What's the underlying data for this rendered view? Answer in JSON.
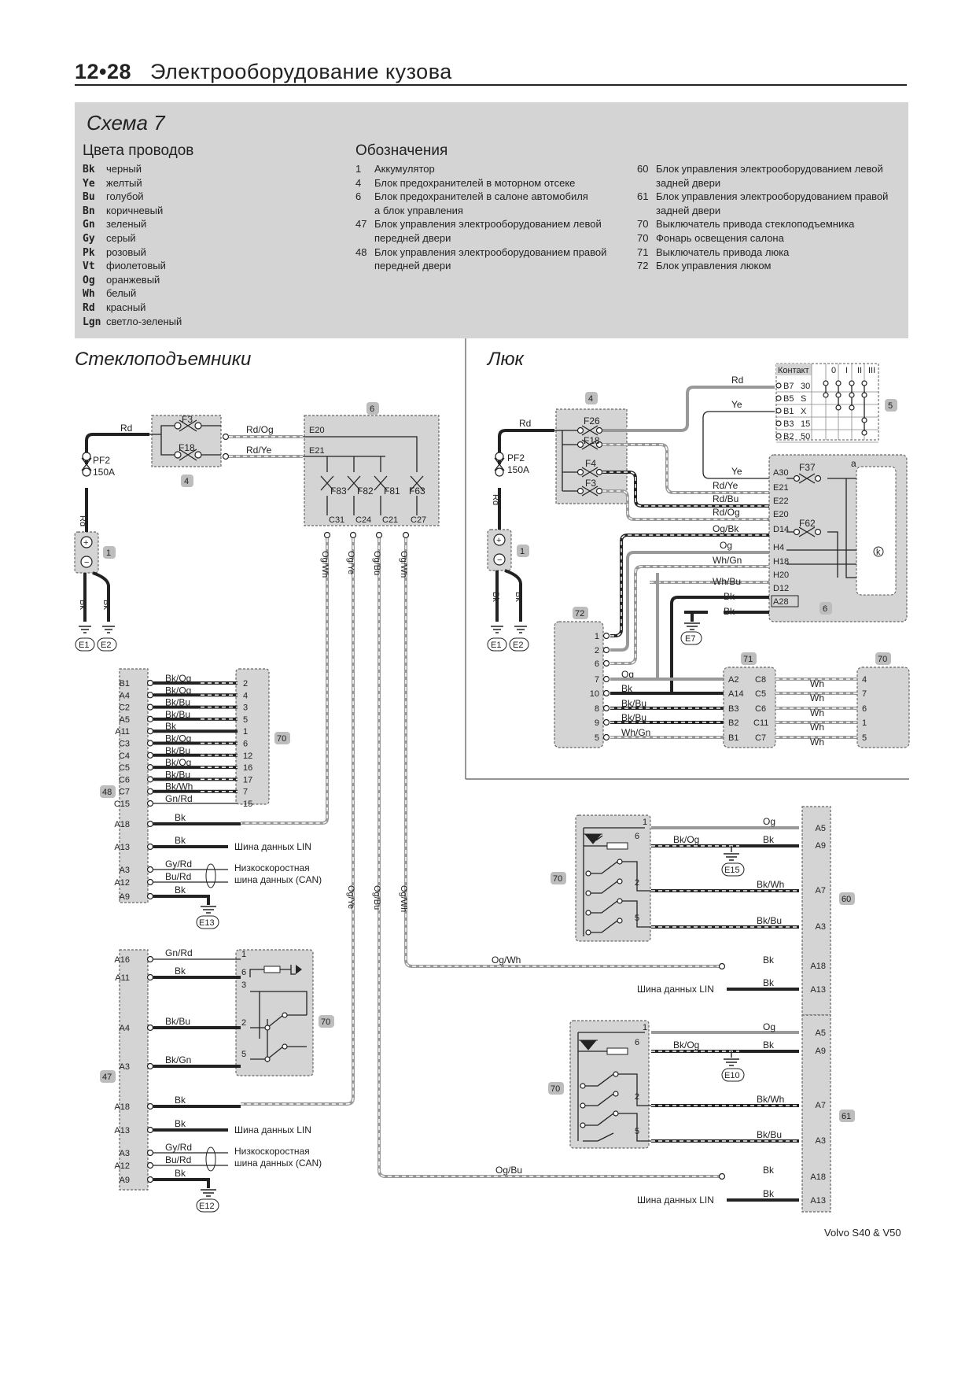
{
  "page": {
    "number": "12•28",
    "title": "Электрооборудование кузова",
    "footer": "Volvo S40 & V50"
  },
  "legend": {
    "title": "Схема 7",
    "colors_heading": "Цвета проводов",
    "colors": [
      {
        "code": "Bk",
        "name": "черный"
      },
      {
        "code": "Ye",
        "name": "желтый"
      },
      {
        "code": "Bu",
        "name": "голубой"
      },
      {
        "code": "Bn",
        "name": "коричневый"
      },
      {
        "code": "Gn",
        "name": "зеленый"
      },
      {
        "code": "Gy",
        "name": "серый"
      },
      {
        "code": "Pk",
        "name": "розовый"
      },
      {
        "code": "Vt",
        "name": "фиолетовый"
      },
      {
        "code": "Og",
        "name": "оранжевый"
      },
      {
        "code": "Wh",
        "name": "белый"
      },
      {
        "code": "Rd",
        "name": "красный"
      },
      {
        "code": "Lgn",
        "name": "светло-зеленый"
      }
    ],
    "designations_heading": "Обозначения",
    "designations_col1": [
      {
        "num": "1",
        "text": "Аккумулятор"
      },
      {
        "num": "4",
        "text": "Блок предохранителей в моторном отсеке"
      },
      {
        "num": "6",
        "text": "Блок предохранителей в салоне автомобиля"
      },
      {
        "num": "",
        "text": "а     блок управления"
      },
      {
        "num": "47",
        "text": "Блок управления электрооборудованием левой"
      },
      {
        "num": "",
        "text": "передней двери"
      },
      {
        "num": "48",
        "text": "Блок управления электрооборудованием правой"
      },
      {
        "num": "",
        "text": "передней двери"
      }
    ],
    "designations_col2": [
      {
        "num": "60",
        "text": "Блок управления электрооборудованием левой"
      },
      {
        "num": "",
        "text": "задней двери"
      },
      {
        "num": "61",
        "text": "Блок управления электрооборудованием правой"
      },
      {
        "num": "",
        "text": "задней двери"
      },
      {
        "num": "70",
        "text": "Выключатель привода стеклоподъемника"
      },
      {
        "num": "70",
        "text": "Фонарь освещения салона"
      },
      {
        "num": "71",
        "text": "Выключатель привода люка"
      },
      {
        "num": "72",
        "text": "Блок управления люком"
      }
    ]
  },
  "sections": {
    "windows": "Стеклоподъемники",
    "sunroof": "Люк"
  },
  "labels": {
    "rd": "Rd",
    "bk": "Bk",
    "pf2": "PF2",
    "pf2_amp": "150A",
    "f3": "F3",
    "f18": "F18",
    "f26": "F26",
    "f4": "F4",
    "f37": "F37",
    "f62": "F62",
    "f83": "F83",
    "f82": "F82",
    "f81": "F81",
    "f63": "F63",
    "rd_og": "Rd/Og",
    "rd_ye": "Rd/Ye",
    "rd_bu": "Rd/Bu",
    "ye": "Ye",
    "e20": "E20",
    "e21": "E21",
    "e22": "E22",
    "c31": "C31",
    "c24": "C24",
    "c21": "C21",
    "c27": "C27",
    "og_wh": "Og/Wh",
    "og_ye": "Og/Ye",
    "og_bu": "Og/Bu",
    "og_bk": "Og/Bk",
    "og": "Og",
    "wh": "Wh",
    "wh_gn": "Wh/Gn",
    "wh_bu": "Wh/Bu",
    "e1": "E1",
    "e2": "E2",
    "e7": "E7",
    "e10": "E10",
    "e12": "E12",
    "e13": "E13",
    "e15": "E15",
    "lin": "Шина данных LIN",
    "can1": "Низкоскоростная",
    "can2": "шина данных (CAN)",
    "k": "k",
    "a": "a",
    "contact": "Контакт",
    "sw_cols": [
      "0",
      "I",
      "II",
      "III"
    ],
    "n1": "1",
    "n4": "4",
    "n5": "5",
    "n6": "6",
    "n47": "47",
    "n48": "48",
    "n60": "60",
    "n61": "61",
    "n70": "70",
    "n71": "71",
    "n72": "72",
    "a30": "A30",
    "d14": "D14",
    "h4": "H4",
    "h18": "H18",
    "h20": "H20",
    "d12": "D12",
    "a28": "A28",
    "a2": "A2",
    "a14": "A14",
    "b3": "B3",
    "b2": "B2",
    "b1": "B1",
    "c8": "C8",
    "c5": "C5",
    "c6": "C6",
    "c11": "C11",
    "c7": "C7",
    "a5": "A5",
    "a9": "A9",
    "a7": "A7",
    "a3": "A3",
    "a18": "A18",
    "a13": "A13",
    "bk_og": "Bk/Og",
    "bk_wh": "Bk/Wh",
    "bk_bu": "Bk/Bu",
    "bk_gn": "Bk/Gn",
    "gn_rd": "Gn/Rd",
    "gy_rd": "Gy/Rd",
    "bu_rd": "Bu/Rd",
    "a16": "A16",
    "a11": "A11",
    "a4": "A4",
    "a12": "A12"
  },
  "sw5_rows": [
    {
      "pin": "B7",
      "t": "30"
    },
    {
      "pin": "B5",
      "t": "S"
    },
    {
      "pin": "B1",
      "t": "X"
    },
    {
      "pin": "B3",
      "t": "15"
    },
    {
      "pin": "B2",
      "t": "50"
    }
  ],
  "conn48": [
    {
      "pin": "B1",
      "wire": "Bk/Og",
      "to": "2"
    },
    {
      "pin": "A4",
      "wire": "Bk/Og",
      "to": "4"
    },
    {
      "pin": "C2",
      "wire": "Bk/Bu",
      "to": "3"
    },
    {
      "pin": "A5",
      "wire": "Bk/Bu",
      "to": "5"
    },
    {
      "pin": "A11",
      "wire": "Bk",
      "to": "1"
    },
    {
      "pin": "C3",
      "wire": "Bk/Og",
      "to": "6"
    },
    {
      "pin": "C4",
      "wire": "Bk/Bu",
      "to": "12"
    },
    {
      "pin": "C5",
      "wire": "Bk/Og",
      "to": "16"
    },
    {
      "pin": "C6",
      "wire": "Bk/Bu",
      "to": "17"
    },
    {
      "pin": "C7",
      "wire": "Bk/Wh",
      "to": "7"
    },
    {
      "pin": "C15",
      "wire": "Gn/Rd",
      "to": "15"
    }
  ],
  "conn72": [
    {
      "pin": "1"
    },
    {
      "pin": "2"
    },
    {
      "pin": "6"
    },
    {
      "pin": "7",
      "wire": "Og"
    },
    {
      "pin": "10",
      "wire": "Bk"
    },
    {
      "pin": "8",
      "wire": "Bk/Bu"
    },
    {
      "pin": "9",
      "wire": "Bk/Bu"
    },
    {
      "pin": "5",
      "wire": "Wh/Gn"
    }
  ]
}
